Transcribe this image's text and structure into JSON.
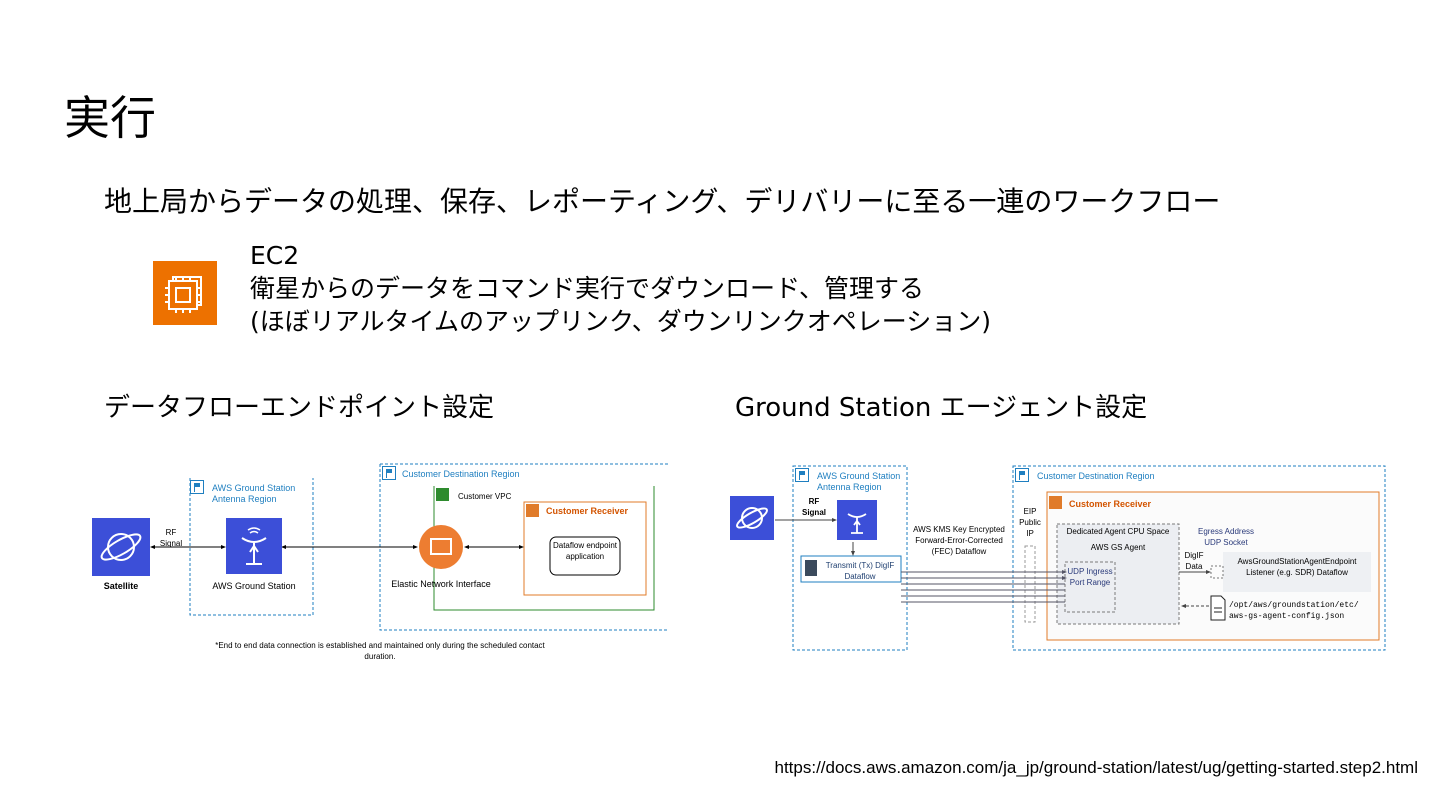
{
  "slide": {
    "title": "実行",
    "subtitle": "地上局からデータの処理、保存、レポーティング、デリバリーに至る一連のワークフロー",
    "ec2": {
      "label": "EC2",
      "line1": "衛星からのデータをコマンド実行でダウンロード、管理する",
      "line2": "(ほぼリアルタイムのアップリンク、ダウンリンクオペレーション)",
      "icon": "ec2-chip-icon",
      "icon_color": "#ed7100"
    },
    "left_heading": "データフローエンドポイント設定",
    "right_heading": "Ground Station エージェント設定",
    "url": "https://docs.aws.amazon.com/ja_jp/ground-station/latest/ug/getting-started.step2.html"
  },
  "left_diagram": {
    "antenna_region": "AWS Ground Station Antenna Region",
    "dest_region": "Customer Destination Region",
    "vpc": "Customer VPC",
    "receiver": "Customer Receiver",
    "satellite": "Satellite",
    "rf_signal": "RF Signal",
    "ground_station": "AWS Ground Station",
    "eni": "Elastic Network Interface",
    "dataflow_app": "Dataflow endpoint application",
    "footnote": "*End to end data connection is established and maintained only during the scheduled contact duration."
  },
  "right_diagram": {
    "antenna_region": "AWS Ground Station Antenna Region",
    "dest_region": "Customer Destination Region",
    "rf_signal": "RF Signal",
    "transmit": "Transmit (Tx) DigIF Dataflow",
    "kms": "AWS KMS Key Encrypted Forward-Error-Corrected (FEC) Dataflow",
    "eip": "EIP Public IP",
    "receiver": "Customer Receiver",
    "cpu_space": "Dedicated Agent CPU Space",
    "agent": "AWS GS Agent",
    "udp": "UDP Ingress Port Range",
    "digif": "DigIF Data",
    "egress": "Egress Address UDP Socket",
    "listener": "AwsGroundStationAgentEndpoint Listener (e.g. SDR) Dataflow",
    "config": "/opt/aws/groundstation/etc/ aws-gs-agent-config.json"
  },
  "colors": {
    "region_blue": "#1f7fc0",
    "orange": "#e07b2a",
    "tile_blue": "#3c4fd8",
    "vpc_green": "#2e8b2e"
  }
}
